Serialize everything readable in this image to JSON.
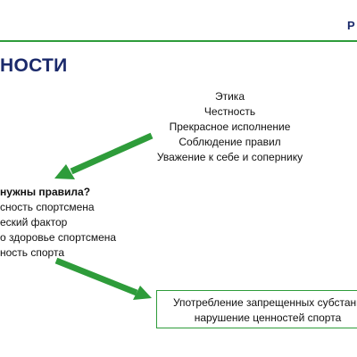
{
  "header": {
    "corner_text": "P",
    "title": "НОСТИ"
  },
  "values": [
    "Этика",
    "Честность",
    "Прекрасное исполнение",
    "Соблюдение правил",
    "Уважение к себе и сопернику"
  ],
  "question": {
    "title": "нужны правила?",
    "items": [
      "сность спортсмена",
      "еский фактор",
      "о здоровье спортсмена",
      "ность спорта"
    ]
  },
  "result": {
    "lines": [
      "Употребление запрещенных субстанц",
      "нарушение ценностей спорта"
    ]
  },
  "colors": {
    "accent_green": "#2e9c3a",
    "title_blue": "#1b2a6b"
  }
}
